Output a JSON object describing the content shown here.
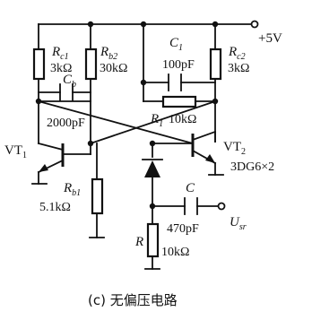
{
  "supply": {
    "label": "+5V"
  },
  "components": {
    "rc1": {
      "name": "R",
      "sub": "c1",
      "value": "3kΩ"
    },
    "rb2": {
      "name": "R",
      "sub": "b2",
      "value": "30kΩ"
    },
    "c1": {
      "name": "C",
      "sub": "1",
      "value": "100pF"
    },
    "rc2": {
      "name": "R",
      "sub": "c2",
      "value": "3kΩ"
    },
    "cb": {
      "name": "C",
      "sub": "b",
      "value": "2000pF"
    },
    "r1": {
      "name": "R",
      "sub": "1",
      "value": "10kΩ"
    },
    "vt1": {
      "name": "VT",
      "sub": "1"
    },
    "vt2": {
      "name": "VT",
      "sub": "2",
      "value": "3DG6×2"
    },
    "rb1": {
      "name": "R",
      "sub": "b1",
      "value": "5.1kΩ"
    },
    "c_out": {
      "name": "C",
      "value": "470pF"
    },
    "r_out": {
      "name": "R",
      "value": "10kΩ"
    },
    "output": {
      "name": "U",
      "sub": "sr"
    }
  },
  "caption": "(c) 无偏压电路"
}
